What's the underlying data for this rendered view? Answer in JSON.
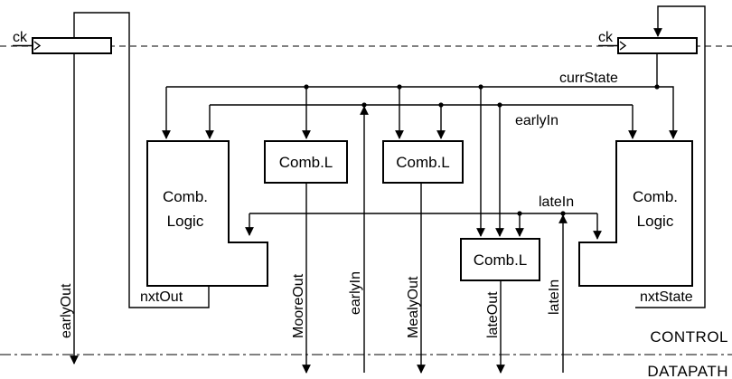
{
  "diagram": {
    "registers": {
      "left_clock": "ck",
      "right_clock": "ck"
    },
    "blocks": {
      "output_logic": [
        "Comb.",
        "Logic"
      ],
      "next_state_logic": [
        "Comb.",
        "Logic"
      ],
      "moore_logic": "Comb.L",
      "mealy_logic": "Comb.L",
      "late_logic": "Comb.L"
    },
    "signals": {
      "curr_state": "currState",
      "early_in": "earlyIn",
      "late_in": "lateIn",
      "nxt_out": "nxtOut",
      "nxt_state": "nxtState"
    },
    "bottom_labels": {
      "early_out": "earlyOut",
      "moore_out": "MooreOut",
      "early_in": "earlyIn",
      "mealy_out": "MealyOut",
      "late_out": "lateOut",
      "late_in": "lateIn"
    },
    "sections": {
      "control": "CONTROL",
      "datapath": "DATAPATH"
    }
  }
}
